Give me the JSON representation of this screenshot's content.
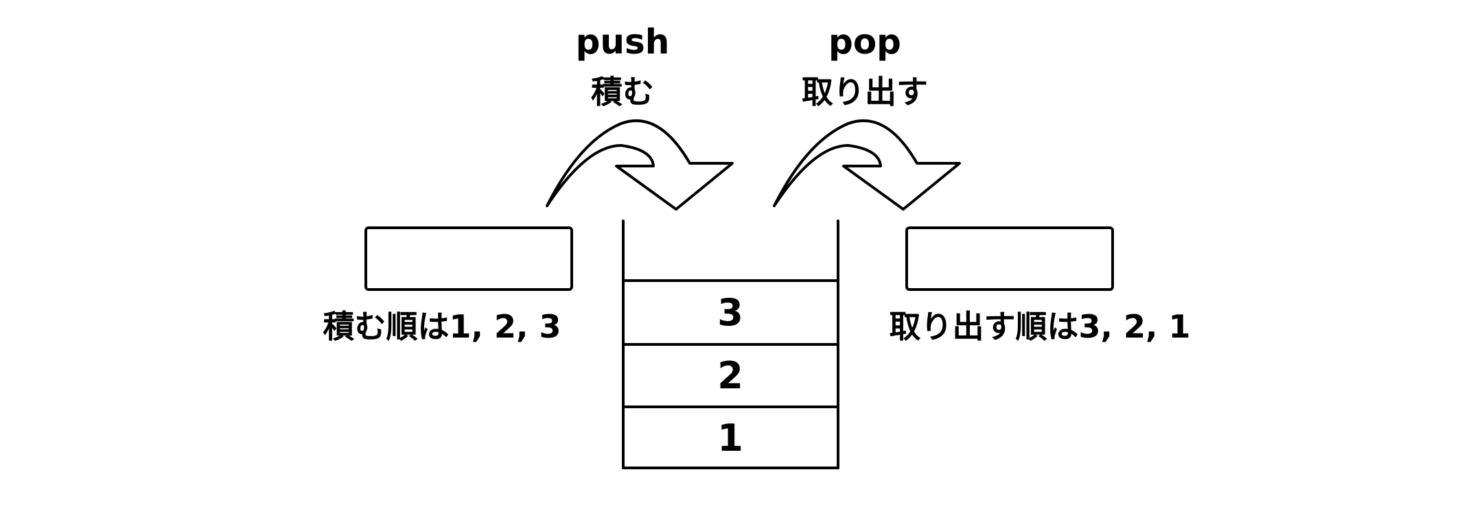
{
  "push": {
    "label_en": "push",
    "label_ja": "積む",
    "order_text": "積む順は1, 2, 3"
  },
  "pop": {
    "label_en": "pop",
    "label_ja": "取り出す",
    "order_text": "取り出す順は3, 2, 1"
  },
  "stack": {
    "items": [
      "3",
      "2",
      "1"
    ]
  }
}
